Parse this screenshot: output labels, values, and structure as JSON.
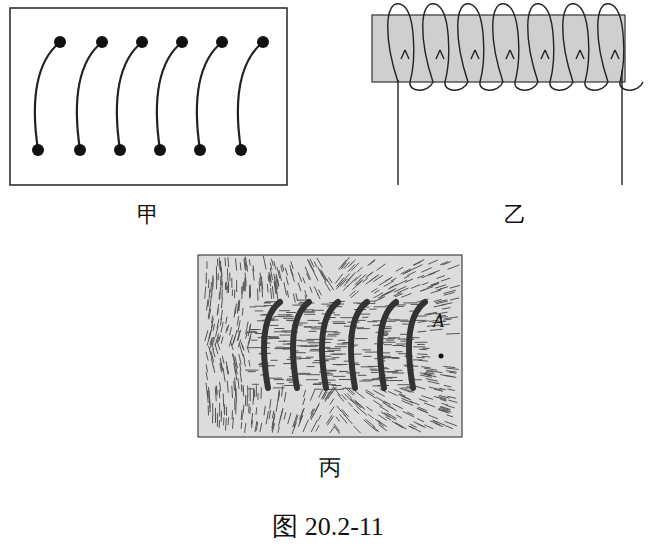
{
  "diagram": {
    "caption": "图 20.2-11",
    "labels": [
      "甲",
      "乙",
      "丙",
      "A"
    ]
  }
}
